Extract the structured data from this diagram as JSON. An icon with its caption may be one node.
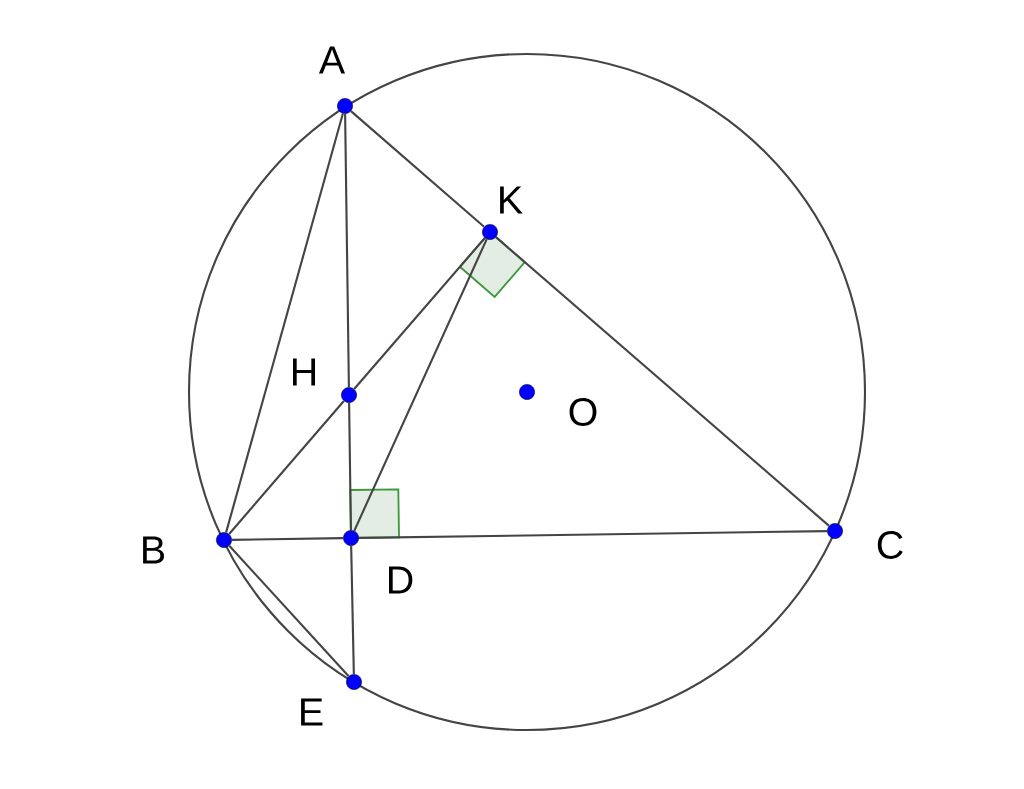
{
  "diagram": {
    "nodes": [
      {
        "text": [
          "A"
        ]
      },
      {
        "text": [
          "K"
        ]
      },
      {
        "text": [
          "H"
        ]
      },
      {
        "text": [
          "O"
        ]
      },
      {
        "text": [
          "B"
        ]
      },
      {
        "text": [
          "D"
        ]
      },
      {
        "text": [
          "C"
        ]
      },
      {
        "text": [
          "E"
        ]
      }
    ],
    "edges": [
      {
        "from": 0,
        "to": 4,
        "arrow": "none"
      },
      {
        "from": 0,
        "to": 1,
        "arrow": "none"
      },
      {
        "from": 1,
        "to": 6,
        "arrow": "none"
      },
      {
        "from": 0,
        "to": 2,
        "arrow": "none"
      },
      {
        "from": 2,
        "to": 5,
        "arrow": "none"
      },
      {
        "from": 5,
        "to": 7,
        "arrow": "none"
      },
      {
        "from": 4,
        "to": 5,
        "arrow": "none"
      },
      {
        "from": 5,
        "to": 6,
        "arrow": "none"
      },
      {
        "from": 4,
        "to": 2,
        "arrow": "none"
      },
      {
        "from": 2,
        "to": 1,
        "arrow": "none"
      },
      {
        "from": 5,
        "to": 1,
        "arrow": "none"
      },
      {
        "from": 4,
        "to": 7,
        "arrow": "none"
      }
    ]
  }
}
